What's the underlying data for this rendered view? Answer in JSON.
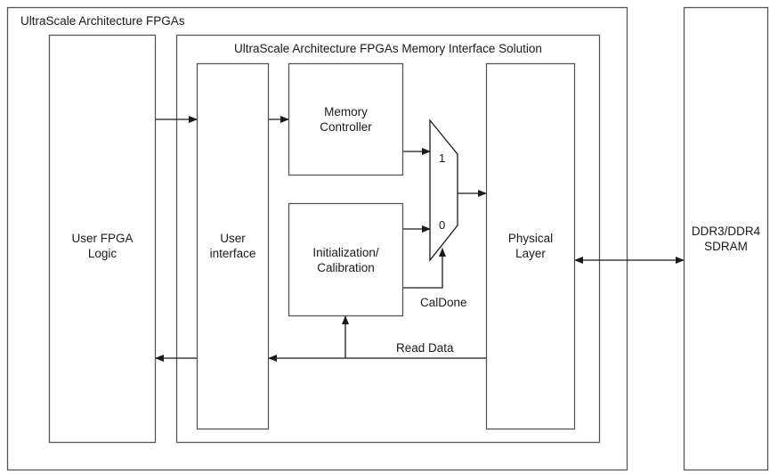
{
  "diagram": {
    "outer_container": {
      "label": "UltraScale Architecture FPGAs"
    },
    "solution_container": {
      "label": "UltraScale Architecture FPGAs Memory Interface Solution"
    },
    "blocks": {
      "user_logic": {
        "line1": "User FPGA",
        "line2": "Logic"
      },
      "user_interface": {
        "line1": "User",
        "line2": "interface"
      },
      "memory_controller": {
        "line1": "Memory",
        "line2": "Controller"
      },
      "init_cal": {
        "line1": "Initialization/",
        "line2": "Calibration"
      },
      "physical_layer": {
        "line1": "Physical",
        "line2": "Layer"
      },
      "sdram": {
        "line1": "DDR3/DDR4",
        "line2": "SDRAM"
      }
    },
    "mux": {
      "input_1": "1",
      "input_0": "0"
    },
    "signals": {
      "cal_done": "CalDone",
      "read_data": "Read Data"
    },
    "colors": {
      "line": "#1a1a1a",
      "box_border": "#555555",
      "background": "#ffffff"
    }
  }
}
